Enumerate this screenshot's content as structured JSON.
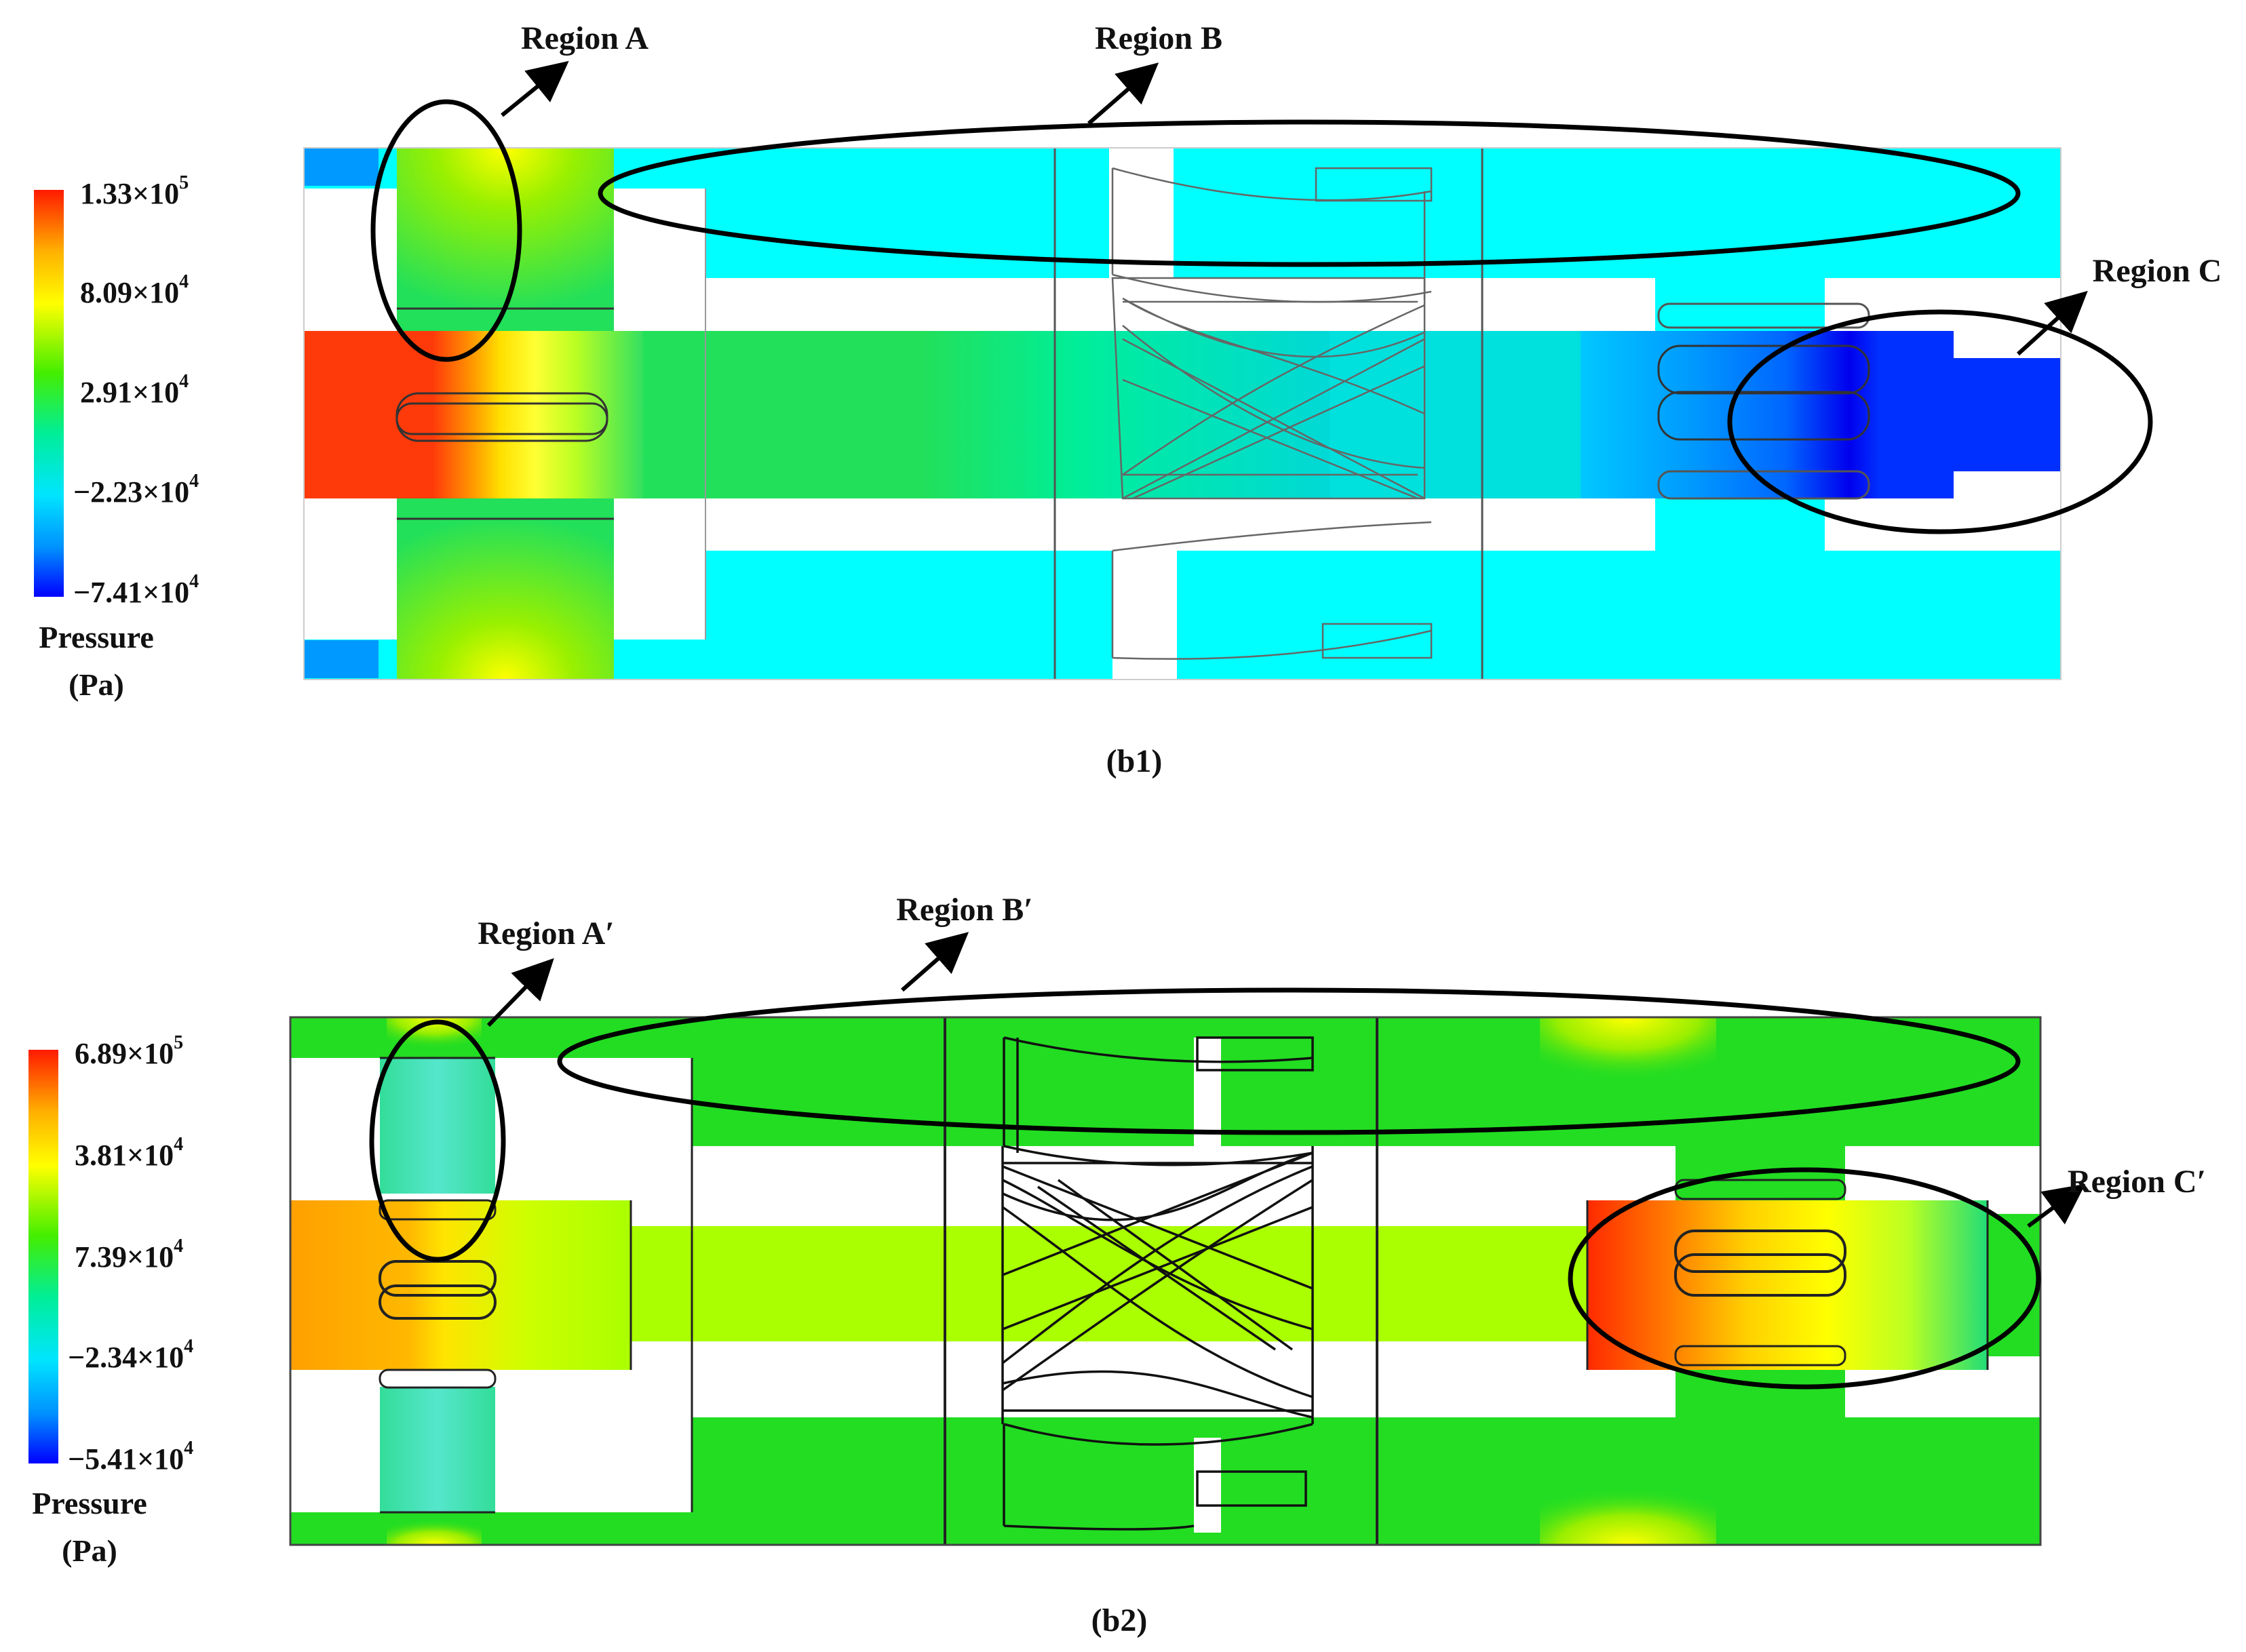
{
  "panel_b1": {
    "caption": "(b1)",
    "colorbar": {
      "ticks": [
        {
          "mant": "1.33×10",
          "exp": "5"
        },
        {
          "mant": "8.09×10",
          "exp": "4"
        },
        {
          "mant": "2.91×10",
          "exp": "4"
        },
        {
          "mant": "−2.23×10",
          "exp": "4"
        },
        {
          "mant": "−7.41×10",
          "exp": "4"
        }
      ],
      "title_line1": "Pressure",
      "title_line2": "(Pa)",
      "colors": [
        "#ff1a00",
        "#ffb000",
        "#ffff00",
        "#66ff00",
        "#00ff88",
        "#00e5ff",
        "#0080ff",
        "#0000ff"
      ]
    },
    "regions": {
      "a": "Region A",
      "b": "Region B",
      "c": "Region C"
    }
  },
  "panel_b2": {
    "caption": "(b2)",
    "colorbar": {
      "ticks": [
        {
          "mant": "6.89×10",
          "exp": "5"
        },
        {
          "mant": "3.81×10",
          "exp": "4"
        },
        {
          "mant": "7.39×10",
          "exp": "4"
        },
        {
          "mant": "−2.34×10",
          "exp": "4"
        },
        {
          "mant": "−5.41×10",
          "exp": "4"
        }
      ],
      "title_line1": "Pressure",
      "title_line2": "(Pa)",
      "colors": [
        "#ff1a00",
        "#ffb000",
        "#ffff00",
        "#66ff00",
        "#00ff88",
        "#00e5ff",
        "#0080ff",
        "#0000ff"
      ]
    },
    "regions": {
      "a": "Region A′",
      "b": "Region B′",
      "c": "Region C′"
    }
  },
  "colors": {
    "cyan_field": "#00ffff",
    "green_field_b1": "#22e05a",
    "green_field_b2": "#22dd22",
    "red_inlet": "#ff3a0a",
    "blue_outlet": "#0030ff",
    "lime_core": "#aaff00"
  }
}
